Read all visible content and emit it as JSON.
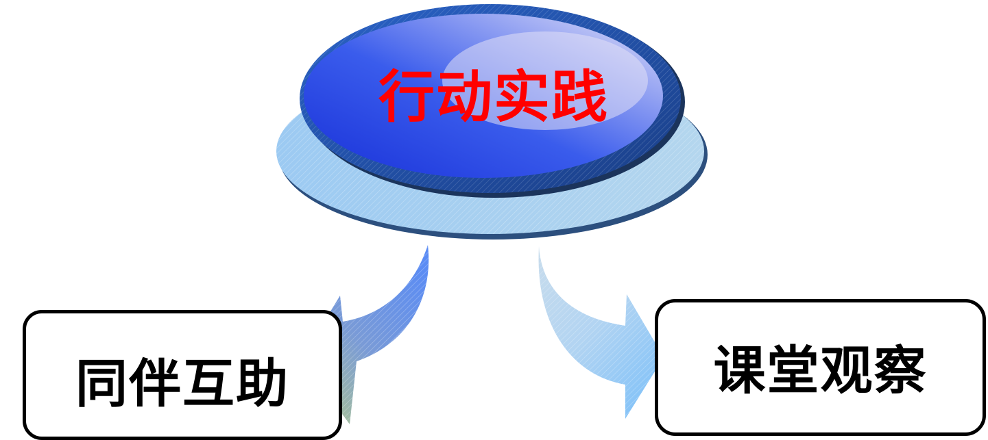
{
  "center": {
    "label": "行动实践",
    "label_color": "#ff0000"
  },
  "left_node": {
    "label": "同伴互助"
  },
  "right_node": {
    "label": "课堂观察"
  },
  "colors": {
    "ellipse_outer": "#a8d0f0",
    "ellipse_mid": "#1f4fa8",
    "ellipse_inner": "#2a43d6",
    "ellipse_highlight": "#d4d4f4",
    "arrow_left_top": "#6f9ef8",
    "arrow_left_tip": "#a8c890",
    "arrow_right_top": "#b8d8ee",
    "arrow_right_tip": "#8ec8f6"
  }
}
